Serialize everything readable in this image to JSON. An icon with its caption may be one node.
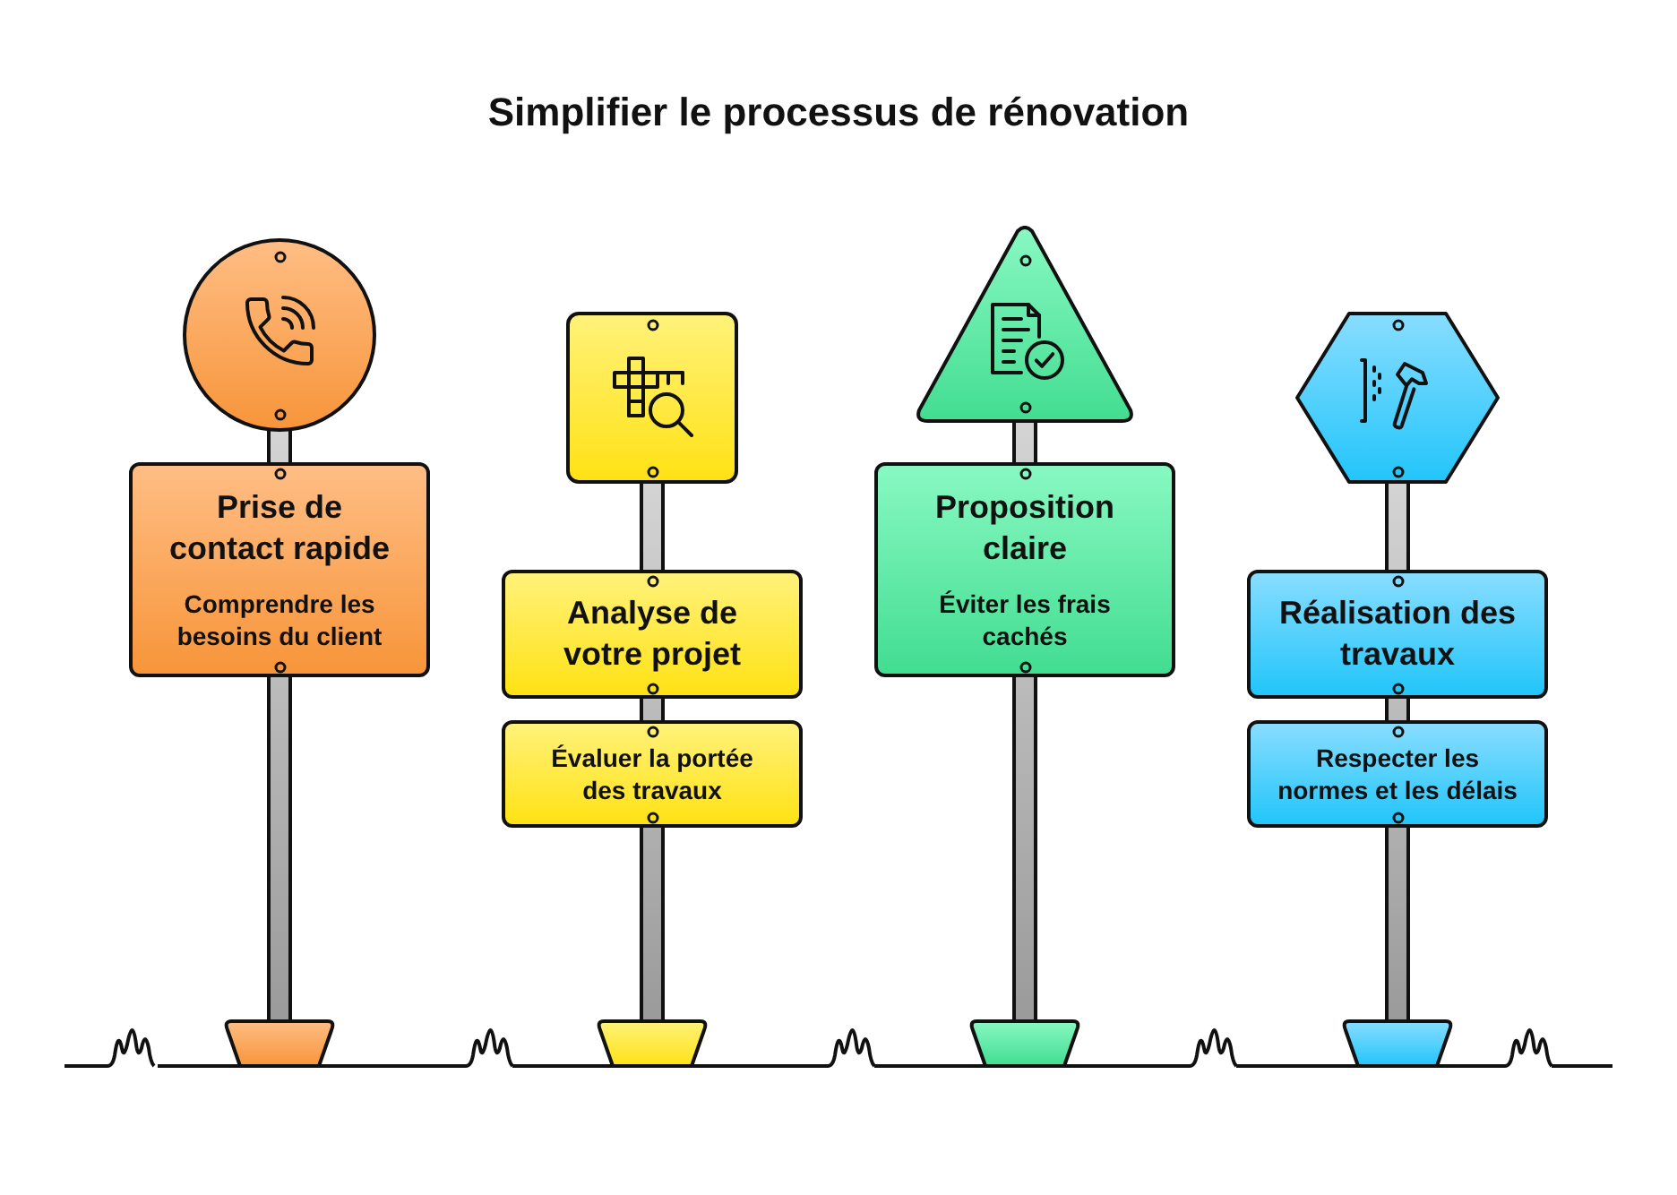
{
  "diagram": {
    "title": "Simplifier le processus de rénovation",
    "nodes": [
      {
        "text": [],
        "shape": "circle"
      },
      {
        "text": [
          "Prise de contact rapide",
          "Comprendre les besoins du client"
        ]
      },
      {
        "text": [],
        "shape": "box"
      },
      {
        "text": [
          "Analyse de votre projet"
        ]
      },
      {
        "text": [
          "Évaluer la portée des travaux"
        ]
      },
      {
        "text": [],
        "shape": "triangle"
      },
      {
        "text": [
          "Proposition claire",
          "Éviter les frais cachés"
        ]
      },
      {
        "text": [],
        "shape": "hexagon"
      },
      {
        "text": [
          "Réalisation des travaux"
        ]
      },
      {
        "text": [
          "Respecter les normes et les délais"
        ]
      }
    ]
  }
}
